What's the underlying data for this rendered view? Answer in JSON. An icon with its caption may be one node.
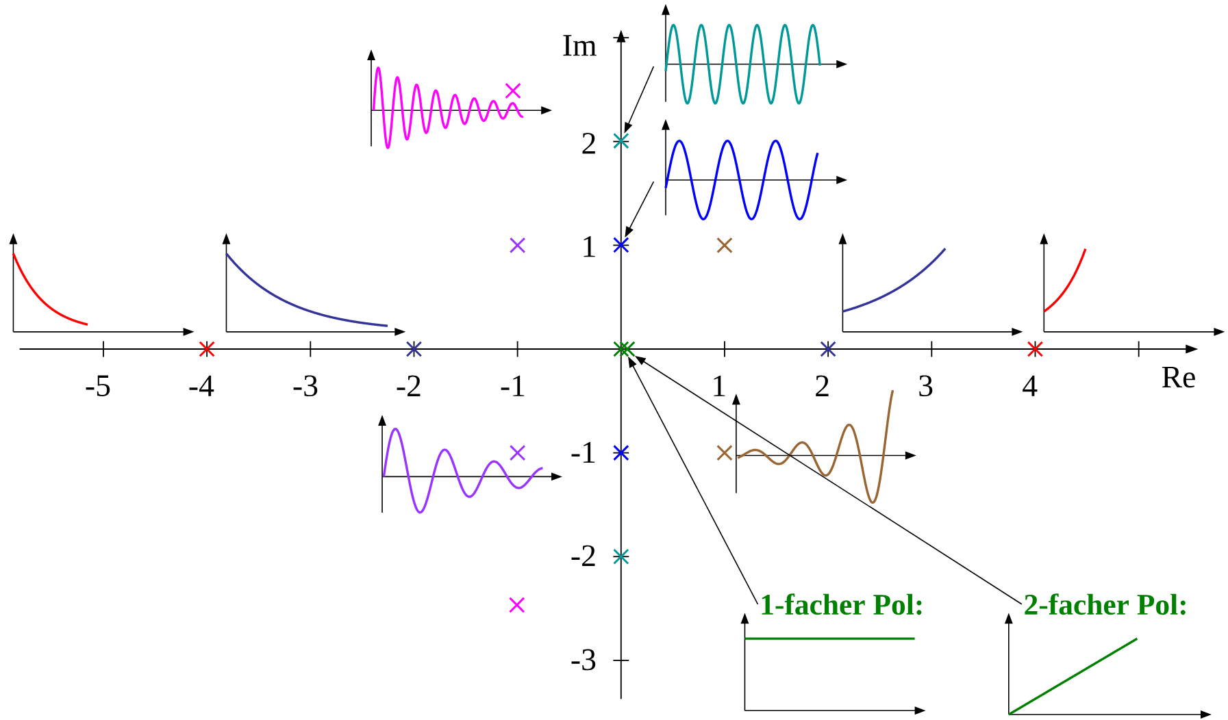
{
  "diagram": {
    "nodes": [
      {
        "text": [],
        "shape": "picture"
      },
      {
        "text": [],
        "shape": "cross"
      },
      {
        "text": [],
        "shape": "picture"
      },
      {
        "text": [],
        "shape": "cross"
      },
      {
        "text": [],
        "shape": "cross"
      },
      {
        "text": [
          "1-facher Pol:"
        ]
      },
      {
        "text": [
          "2-facher Pol:"
        ]
      }
    ],
    "edges": [
      {
        "from": 0,
        "to": 1,
        "arrow": "to"
      },
      {
        "from": 2,
        "to": 3,
        "arrow": "to"
      },
      {
        "from": 5,
        "to": 4,
        "arrow": "to"
      },
      {
        "from": 6,
        "to": 4,
        "arrow": "to"
      }
    ],
    "labels": [
      "Im",
      "2",
      "1",
      "-5",
      "-4",
      "-3",
      "-2",
      "-1",
      "1",
      "2",
      "3",
      "4",
      "Re",
      "-1",
      "-2",
      "-3"
    ]
  }
}
